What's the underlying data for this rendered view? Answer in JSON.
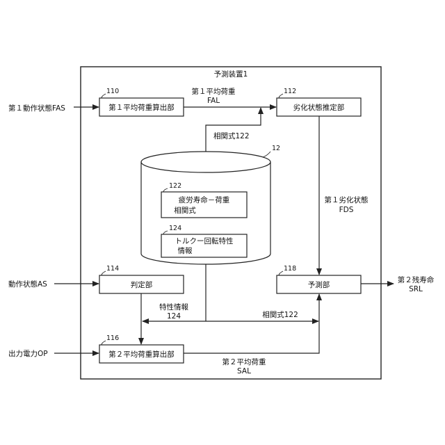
{
  "device": {
    "title": "予測装置1"
  },
  "inputs": {
    "fas": "第１動作状態FAS",
    "as": "動作状態AS",
    "op": "出力電力OP"
  },
  "output": {
    "line1": "第２残寿命",
    "line2": "SRL"
  },
  "blocks": {
    "avg1": {
      "ref": "110",
      "label": "第１平均荷重算出部"
    },
    "estimator": {
      "ref": "112",
      "label": "劣化状態推定部"
    },
    "judge": {
      "ref": "114",
      "label": "判定部"
    },
    "avg2": {
      "ref": "116",
      "label": "第２平均荷重算出部"
    },
    "predictor": {
      "ref": "118",
      "label": "予測部"
    }
  },
  "storage": {
    "ref": "12",
    "item1": {
      "ref": "122",
      "line1": "疲労寿命－荷重",
      "line2": "相関式"
    },
    "item2": {
      "ref": "124",
      "line1": "トルクー回転特性",
      "line2": "情報"
    }
  },
  "signals": {
    "fal": {
      "line1": "第１平均荷重",
      "line2": "FAL"
    },
    "corr_top": "相関式122",
    "fds": {
      "line1": "第１劣化状態",
      "line2": "FDS"
    },
    "char": {
      "line1": "特性情報",
      "line2": "124"
    },
    "corr_bottom": "相関式122",
    "sal": {
      "line1": "第２平均荷重",
      "line2": "SAL"
    }
  }
}
